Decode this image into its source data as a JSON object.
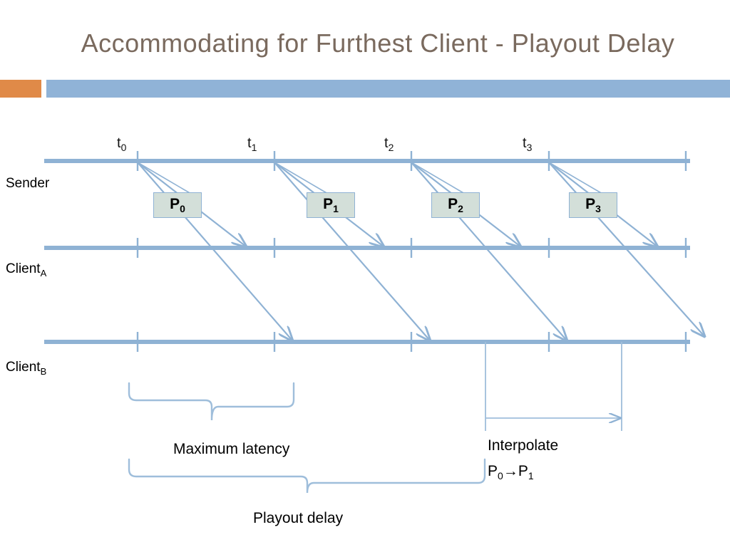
{
  "slide": {
    "title": "Accommodating for Furthest Client - Playout Delay",
    "accent_orange": "#E08A48",
    "accent_blue": "#90B3D7",
    "title_color": "#7A6A5E",
    "line_color": "#8FB2D4",
    "box_fill": "#D3DFD9",
    "box_border": "#8FB2D4"
  },
  "lanes": [
    {
      "id": "sender",
      "label": "Sender",
      "sub": ""
    },
    {
      "id": "clienta",
      "label": "Client",
      "sub": "A"
    },
    {
      "id": "clientb",
      "label": "Client",
      "sub": "B"
    }
  ],
  "time_ticks": [
    {
      "label": "t",
      "sub": "0"
    },
    {
      "label": "t",
      "sub": "1"
    },
    {
      "label": "t",
      "sub": "2"
    },
    {
      "label": "t",
      "sub": "3"
    }
  ],
  "packets": [
    {
      "label": "P",
      "sub": "0"
    },
    {
      "label": "P",
      "sub": "1"
    },
    {
      "label": "P",
      "sub": "2"
    },
    {
      "label": "P",
      "sub": "3"
    }
  ],
  "annotations": {
    "maximum_latency": "Maximum latency",
    "playout_delay": "Playout delay",
    "interpolate_line1": "Interpolate",
    "interpolate_p_from": "P",
    "interpolate_p_from_sub": "0",
    "interpolate_arrow": "→",
    "interpolate_p_to": "P",
    "interpolate_p_to_sub": "1"
  }
}
